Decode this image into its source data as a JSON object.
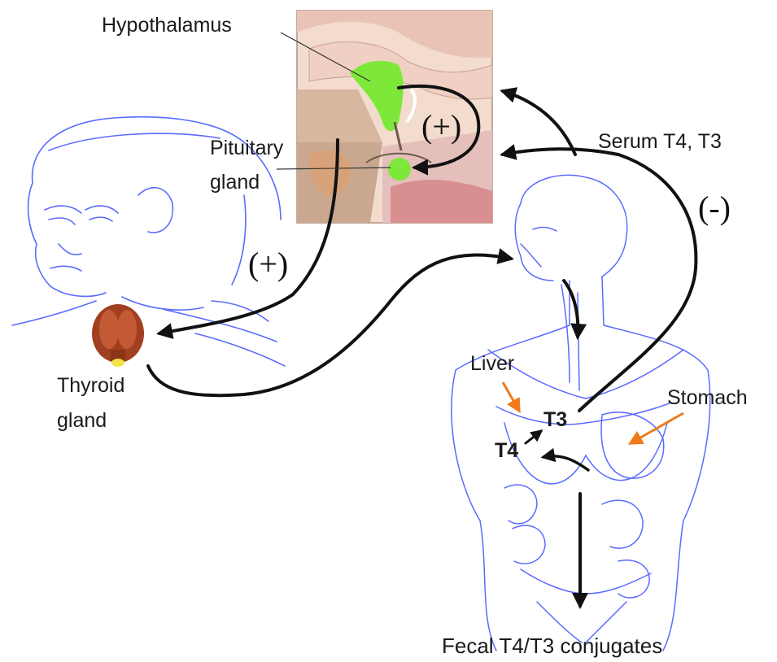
{
  "labels": {
    "hypothalamus": "Hypothalamus",
    "pituitary_line1": "Pituitary",
    "pituitary_line2": "gland",
    "serum": "Serum T4, T3",
    "thyroid_line1": "Thyroid",
    "thyroid_line2": "gland",
    "liver": "Liver",
    "stomach": "Stomach",
    "t3": "T3",
    "t4": "T4",
    "fecal": "Fecal T4/T3 conjugates"
  },
  "signs": {
    "positive_hypothalamus": "(+)",
    "positive_pituitary": "(+)",
    "negative_feedback": "(-)"
  },
  "colors": {
    "outline": "#5a6bff",
    "arrow": "#111111",
    "organ_pointer": "#f07a1a",
    "hypothalamus_fill": "#7ee83a",
    "thyroid": "#a04020"
  },
  "icons": [
    "brain-cross-section-illustration",
    "head-profile-outline",
    "torso-outline",
    "thyroid-gland-illustration"
  ]
}
